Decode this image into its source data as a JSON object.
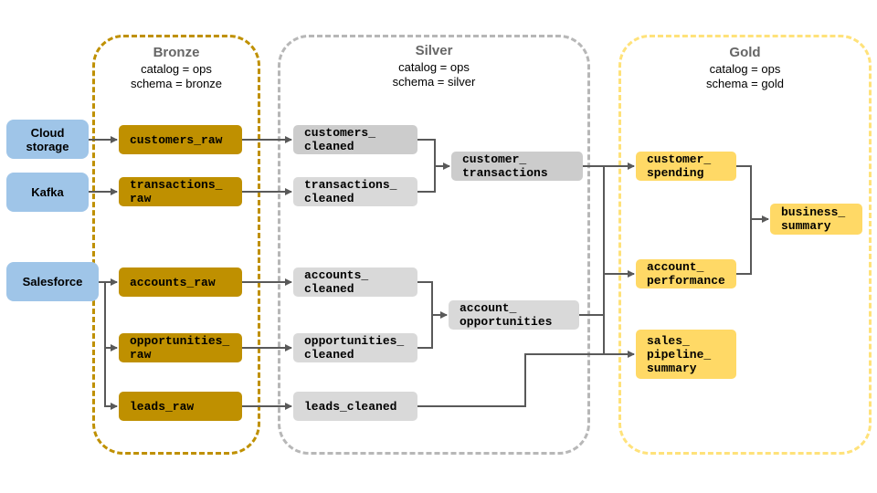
{
  "zones": {
    "bronze": {
      "title": "Bronze",
      "catalog": "catalog = ops",
      "schema": "schema = bronze"
    },
    "silver": {
      "title": "Silver",
      "catalog": "catalog = ops",
      "schema": "schema = silver"
    },
    "gold": {
      "title": "Gold",
      "catalog": "catalog = ops",
      "schema": "schema = gold"
    }
  },
  "sources": {
    "cloud": "Cloud\nstorage",
    "kafka": "Kafka",
    "salesforce": "Salesforce"
  },
  "bronze": {
    "customers_raw": "customers_raw",
    "transactions_raw": "transactions_\nraw",
    "accounts_raw": "accounts_raw",
    "opportunities_raw": "opportunities_\nraw",
    "leads_raw": "leads_raw"
  },
  "silver": {
    "customers_cleaned": "customers_\ncleaned",
    "transactions_cleaned": "transactions_\ncleaned",
    "accounts_cleaned": "accounts_\ncleaned",
    "opportunities_cleaned": "opportunities_\ncleaned",
    "leads_cleaned": "leads_cleaned",
    "customer_transactions": "customer_\ntransactions",
    "account_opportunities": "account_\nopportunities"
  },
  "gold": {
    "customer_spending": "customer_\nspending",
    "account_performance": "account_\nperformance",
    "sales_pipeline_summary": "sales_\npipeline_\nsummary",
    "business_summary": "business_\nsummary"
  },
  "colors": {
    "bronze": "#bf9000",
    "silver": "#d9d9d9",
    "gold": "#ffd966",
    "source": "#9fc5e8",
    "edge": "#595959"
  }
}
